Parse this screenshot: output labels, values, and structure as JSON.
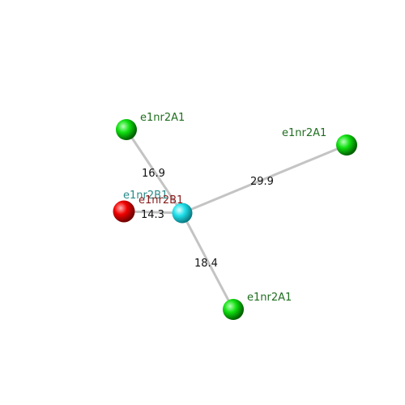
{
  "colors": {
    "green_node": "#00e000",
    "red_node": "#ee0000",
    "cyan_node": "#22dde8",
    "green_label": "#1f6e1f",
    "red_label": "#8a1a1a",
    "cyan_label": "#2a8a8a",
    "bond": "#bdbdbd"
  },
  "nodes": [
    {
      "id": "center",
      "label": "e1nr2B1",
      "color": "cyan"
    },
    {
      "id": "red",
      "label": "e1nr2B1",
      "color": "red"
    },
    {
      "id": "top_left",
      "label": "e1nr2A1",
      "color": "green"
    },
    {
      "id": "right",
      "label": "e1nr2A1",
      "color": "green"
    },
    {
      "id": "bottom",
      "label": "e1nr2A1",
      "color": "green"
    }
  ],
  "edges": [
    {
      "from": "center",
      "to": "top_left",
      "label": "16.9"
    },
    {
      "from": "center",
      "to": "right",
      "label": "29.9"
    },
    {
      "from": "center",
      "to": "red",
      "label": "14.3"
    },
    {
      "from": "center",
      "to": "bottom",
      "label": "18.4"
    }
  ]
}
